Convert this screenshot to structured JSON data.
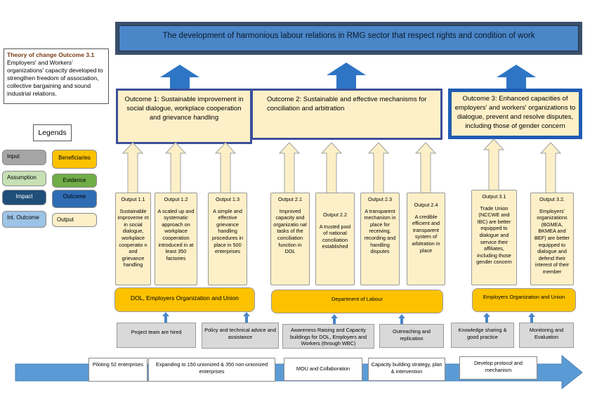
{
  "impact": "The development of harmonious labour relations in RMG sector that respect rights and condition of work",
  "theory": {
    "title": "Theory of change Outcome 3.1",
    "body": "Employers' and Workers' organizations' capacity developed to strengthen freedom of association, collective bargaining and sound industrial relations."
  },
  "legend": {
    "title": "Legends",
    "items": [
      {
        "label": "Input",
        "color": "#a6a6a6"
      },
      {
        "label": "Beneficiaries",
        "color": "#fcc200"
      },
      {
        "label": "Assumption",
        "color": "#c6e0b4"
      },
      {
        "label": "Evidence",
        "color": "#70ad47"
      },
      {
        "label": "Impact",
        "color": "#1f4e79"
      },
      {
        "label": "Outcome",
        "color": "#4a86c8"
      },
      {
        "label": "Int. Outcome",
        "color": "#9dc3e6"
      },
      {
        "label": "Output",
        "color": "#fdf0c8"
      }
    ]
  },
  "outcomes": [
    "Outcome 1: Sustainable improvement in social dialogue, workplace cooperation and grievance handling",
    "Outcome 2: Sustainable and effective mechanisms for conciliation and arbitration",
    "Outcome 3: Enhanced capacities of employers' and workers' organizations to dialogue, prevent and resolve disputes, including those of gender concern"
  ],
  "outputs": [
    {
      "title": "Output 1.1",
      "text": "Sustainable improveme nt in social dialogue, workplace cooperatio n and grievance handling"
    },
    {
      "title": "Output 1.2",
      "text": "A scaled up and systematic approach on workplace cooperation introduced in at least 350 factories"
    },
    {
      "title": "Output 1.3",
      "text": "A simple and effective grievance handling procedures in place in 500 enterprises"
    },
    {
      "title": "Output 2.1",
      "text": "Improved capacity and organizatio nal tasks of the conciliation function in DOL"
    },
    {
      "title": "Output 2.2",
      "text": "A trusted pool of national conciliation established"
    },
    {
      "title": "Output 2.3",
      "text": "A transparent mechanism in place for receiving, recording and handling disputes"
    },
    {
      "title": "Output 2.4",
      "text": "A credible efficient and transparent system of arbitration in place"
    },
    {
      "title": "Output 3.1",
      "text": "Trade Union (NCCWE and IBC) are better equipped to dialogue and service their affiliates, including those gender concern"
    },
    {
      "title": "Output 3.2.",
      "text": "Employers' organizations (BGMEA, BKMEA and BEF) are better equipped to dialogue and defend their interest of their member"
    }
  ],
  "beneficiaries": [
    "DOL, Employers Organization and Union",
    "Department of Labour",
    "Employers Organization and Union"
  ],
  "activities": [
    "Project team are hired",
    "Policy and technical advice and assistance",
    "Awareness Raising and Capacity buildings for DOL, Employers and Workers (through WBC)",
    "Outreaching and replication",
    "Knowledge sharing & good practice",
    "Monitoring and Evaluation"
  ],
  "timeline": [
    "Piloting 52 enterprises",
    "Expanding to 150 unionized & 350 non-unionized enterprises",
    "MOU and Collaboration",
    "Capacity building strategy, plan & intervention",
    "Develop protocol and mechanism"
  ]
}
